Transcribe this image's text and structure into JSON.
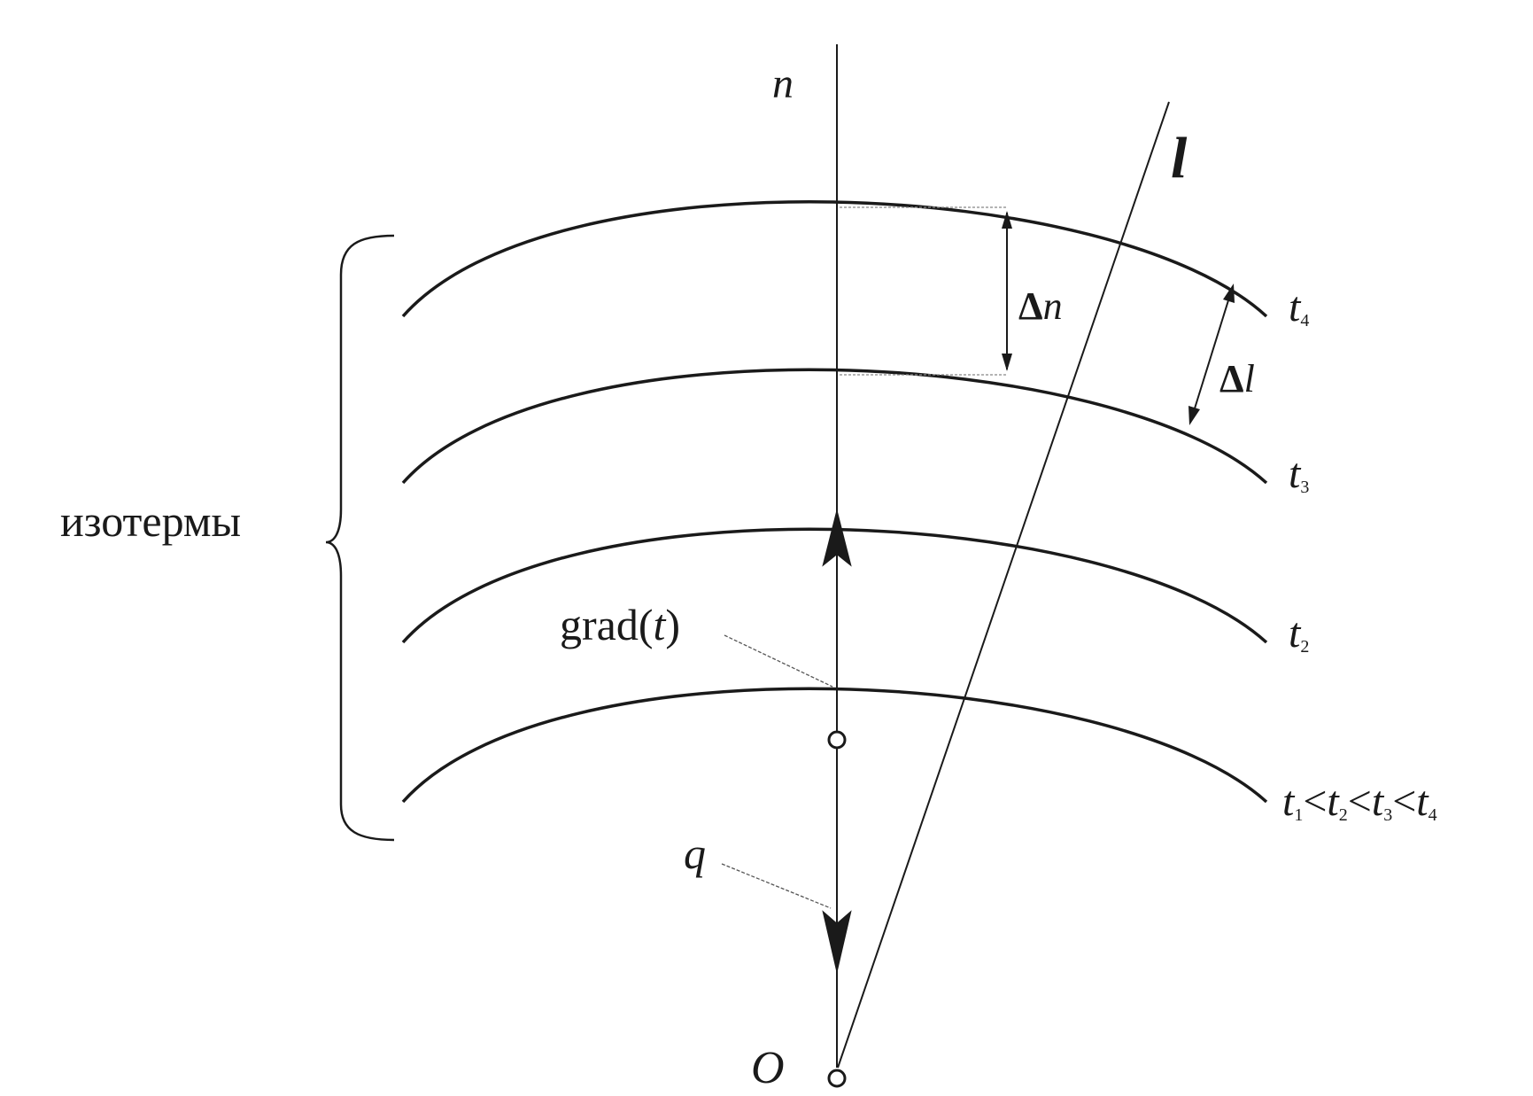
{
  "labels": {
    "n_axis": "n",
    "l_axis": "l",
    "delta": "Δ",
    "delta_n_var": "n",
    "delta_l_var": "l",
    "isotherms": "изотермы",
    "grad_func": "grad(",
    "grad_var": "t",
    "grad_close": ")",
    "q": "q",
    "origin": "O",
    "t_var": "t",
    "t4_sub": "4",
    "t3_sub": "3",
    "t2_sub": "2",
    "t1_sub": "1",
    "lt": "<"
  },
  "colors": {
    "line": "#1a1a1a",
    "leader": "#555555",
    "background": "#ffffff"
  }
}
